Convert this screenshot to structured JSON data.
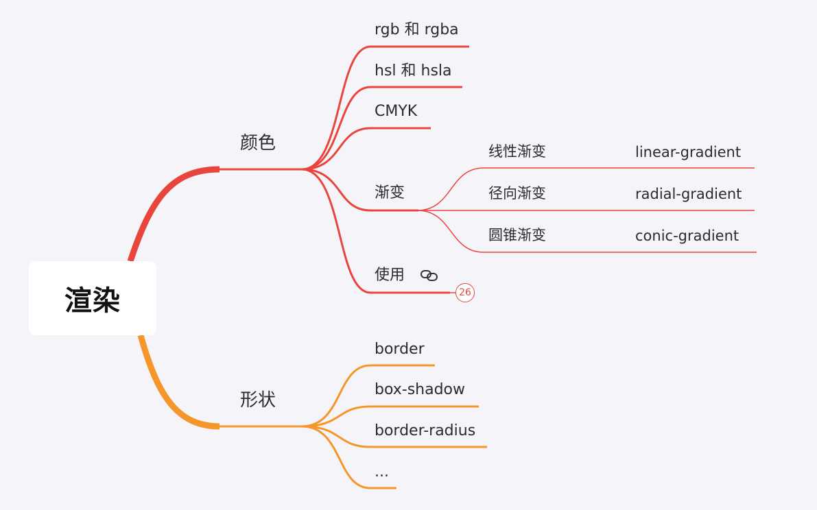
{
  "root": {
    "label": "渲染"
  },
  "colors": {
    "red": "#e8453c",
    "orange": "#f5962a"
  },
  "branches": [
    {
      "label": "颜色",
      "color": "red",
      "children": [
        {
          "label": "rgb 和 rgba"
        },
        {
          "label": "hsl 和 hsla"
        },
        {
          "label": "CMYK"
        },
        {
          "label": "渐变",
          "children": [
            {
              "label": "线性渐变",
              "detail": "linear-gradient"
            },
            {
              "label": "径向渐变",
              "detail": "radial-gradient"
            },
            {
              "label": "圆锥渐变",
              "detail": "conic-gradient"
            }
          ]
        },
        {
          "label": "使用",
          "icon": "link-icon",
          "badge": "26"
        }
      ]
    },
    {
      "label": "形状",
      "color": "orange",
      "children": [
        {
          "label": "border"
        },
        {
          "label": "box-shadow"
        },
        {
          "label": "border-radius"
        },
        {
          "label": "..."
        }
      ]
    }
  ]
}
